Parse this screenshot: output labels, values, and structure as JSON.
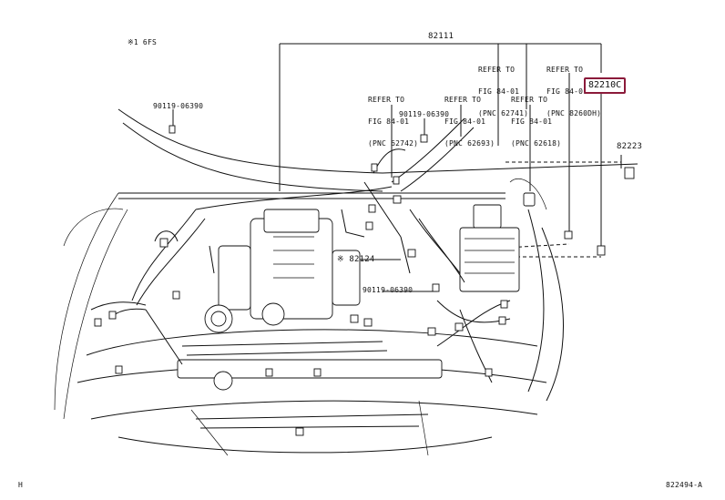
{
  "diagram": {
    "note": "※1 6FS",
    "top_part": "82111",
    "highlight_part": "82210C",
    "part_82223": "82223",
    "part_82124": "※ 82124",
    "bolt_left": "90119-06390",
    "bolt_mid": "90119-06390",
    "bolt_lower": "90119-06390",
    "ref_62742": [
      "REFER TO",
      "FIG 84-01",
      "(PNC 62742)"
    ],
    "ref_62693": [
      "REFER TO",
      "FIG 84-01",
      "(PNC 62693)"
    ],
    "ref_62741": [
      "REFER TO",
      "FIG 84-01",
      "(PNC 62741)"
    ],
    "ref_62618": [
      "REFER TO",
      "FIG 84-01",
      "(PNC 62618)"
    ],
    "ref_8260DH": [
      "REFER TO",
      "FIG 84-01",
      "(PNC 8260DH)"
    ],
    "corner_left": "H",
    "corner_right": "822494-A"
  }
}
